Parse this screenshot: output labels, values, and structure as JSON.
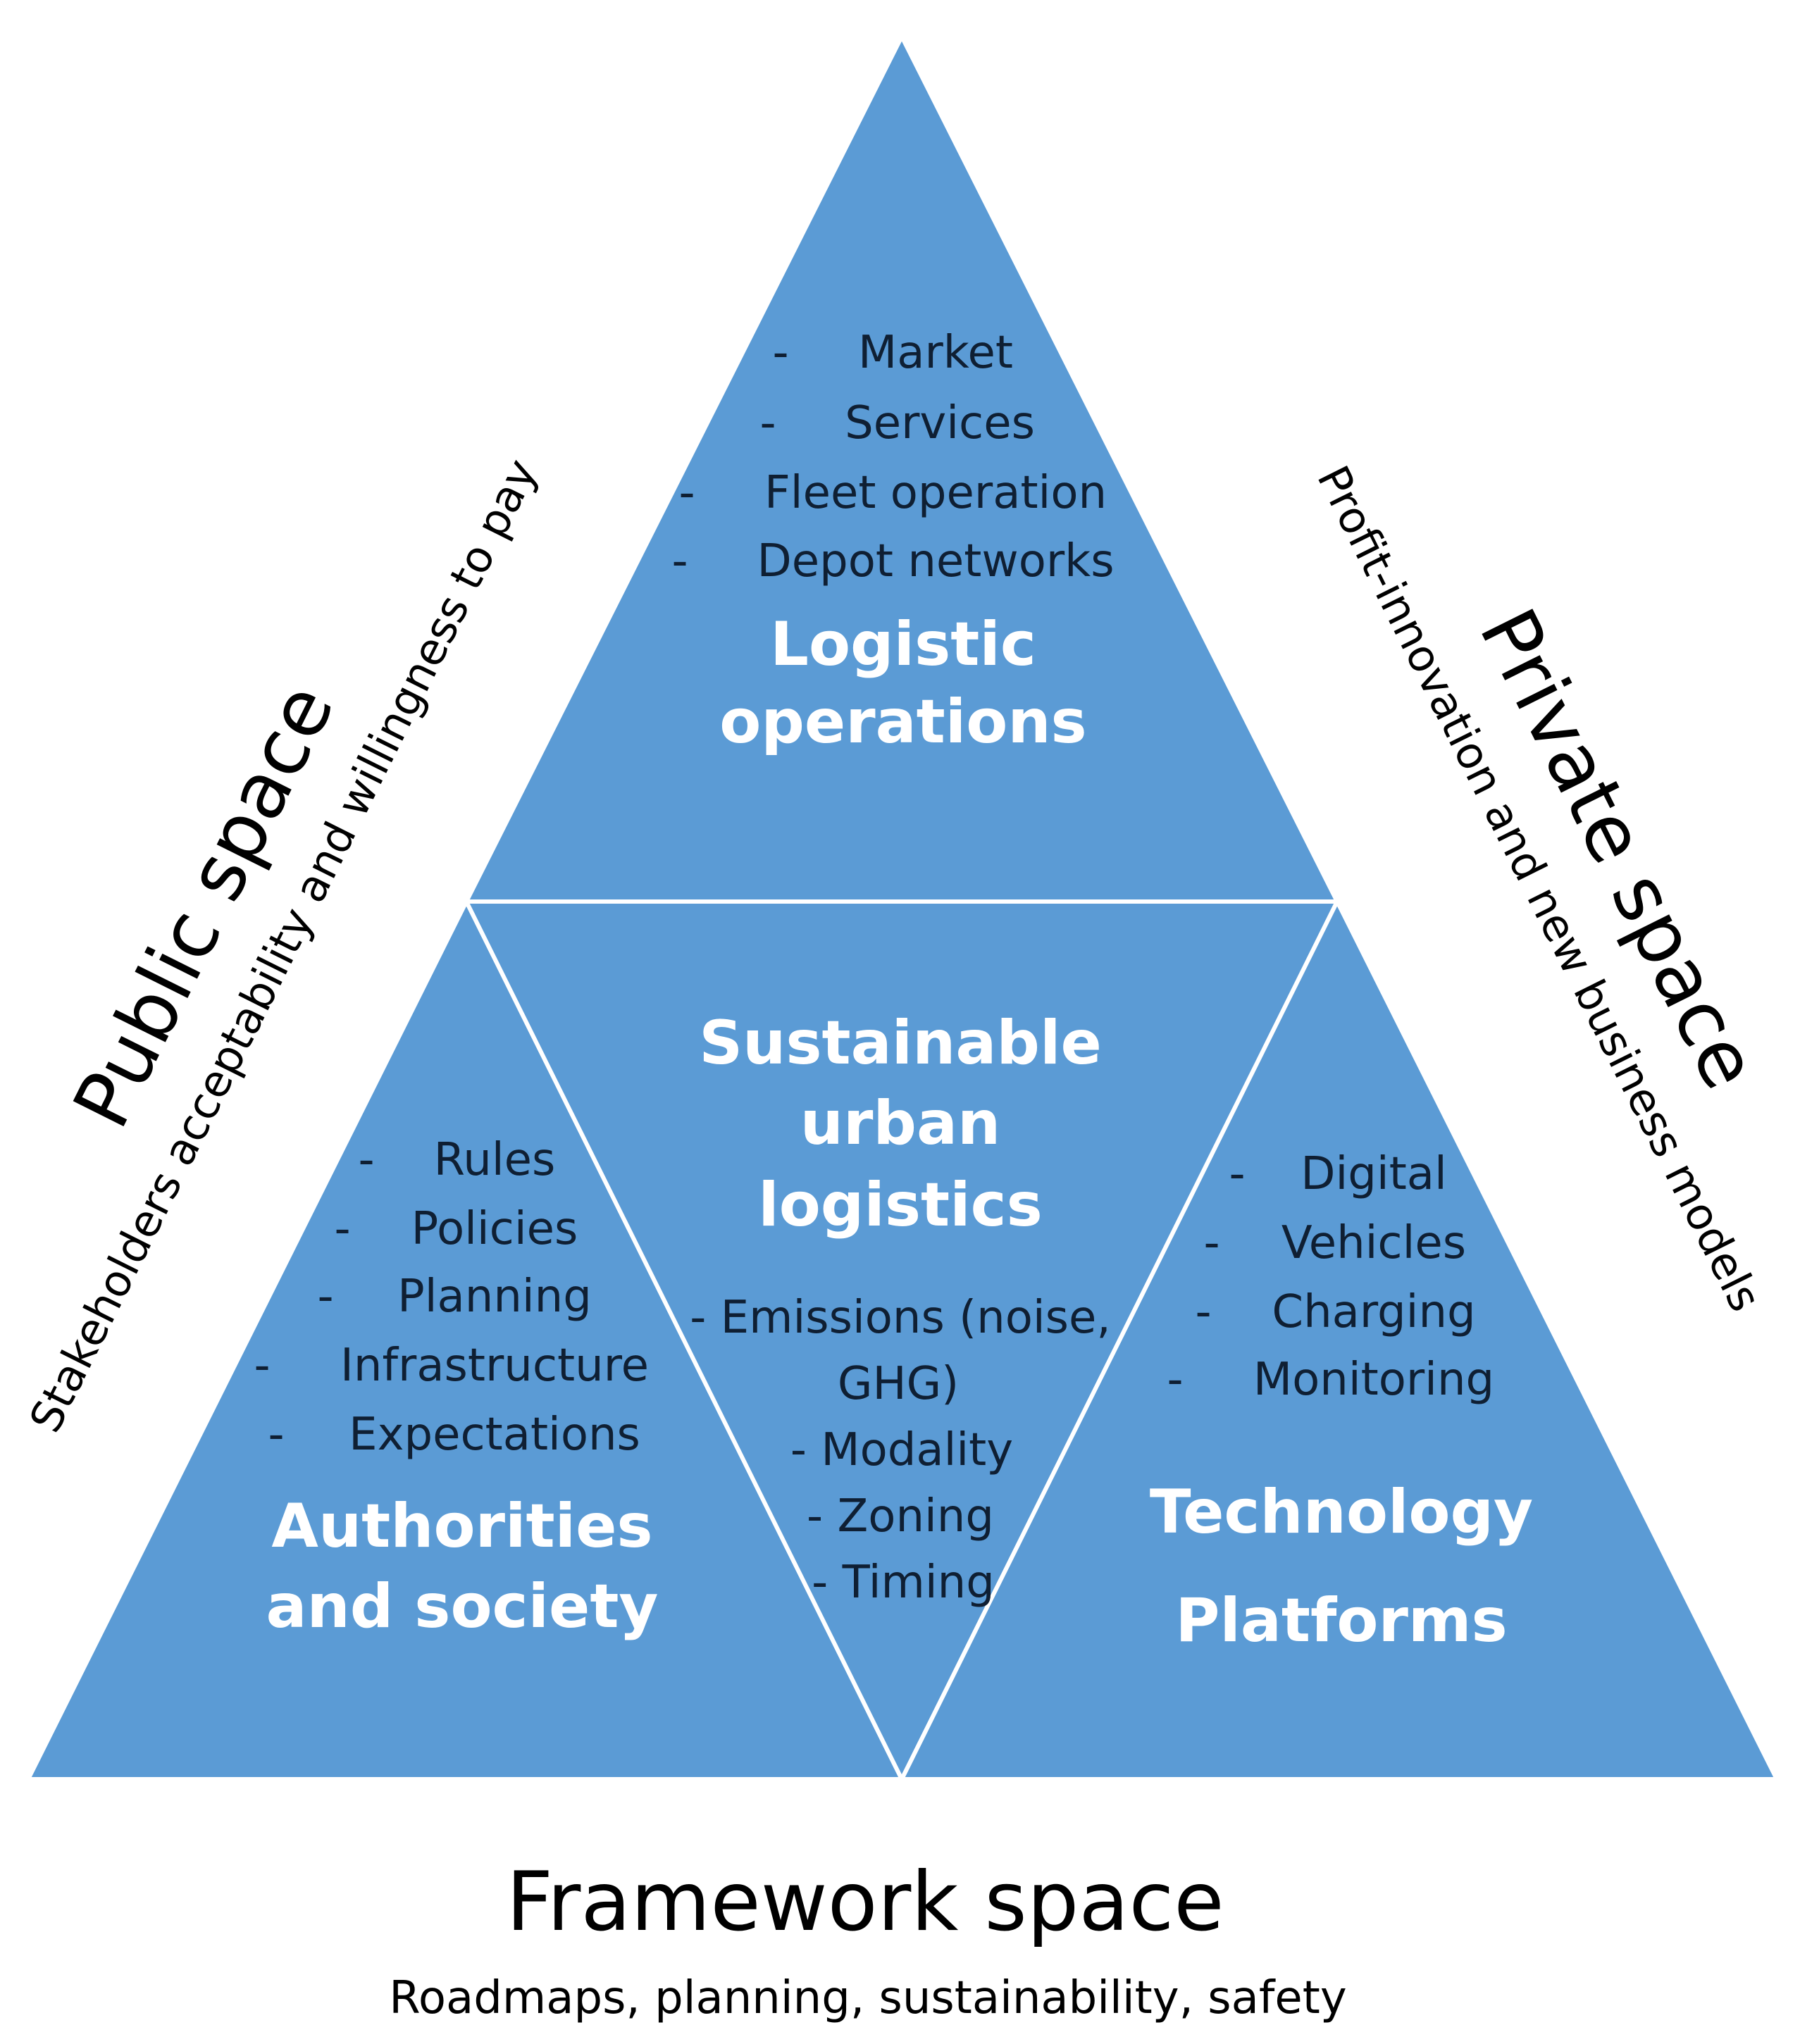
{
  "sections": {
    "logistic_operations": {
      "title_lines": [
        "Logistic",
        "operations"
      ],
      "items": [
        "Market",
        "Services",
        "Fleet operation",
        "Depot networks"
      ]
    },
    "sustainable_urban_logistics": {
      "title_lines": [
        "Sustainable",
        "urban",
        "logistics"
      ],
      "items": [
        "- Emissions (noise,",
        "GHG)",
        "- Modality",
        "-  Zoning",
        "- Timing"
      ]
    },
    "authorities_and_society": {
      "title_lines": [
        "Authorities",
        "and society"
      ],
      "items": [
        "Rules",
        "Policies",
        "Planning",
        "Infrastructure",
        "Expectations"
      ]
    },
    "technology_platforms": {
      "title_lines": [
        "Technology",
        "Platforms"
      ],
      "items": [
        "Digital",
        "Vehicles",
        "Charging",
        "Monitoring"
      ]
    }
  },
  "public_space": {
    "title": "Public space",
    "subtitle": "Stakeholders acceptability and willingness to pay"
  },
  "private_space": {
    "title": "Private space",
    "subtitle": "Profit-innovation and new business models"
  },
  "framework_space": {
    "title": "Framework space",
    "subtitle": "Roadmaps, planning, sustainability, safety"
  },
  "dash_symbol": "-",
  "colors": {
    "triangle_fill": "#5B9BD5",
    "divider": "#ffffff",
    "title_text": "#ffffff",
    "item_text": "#0f1f33"
  }
}
